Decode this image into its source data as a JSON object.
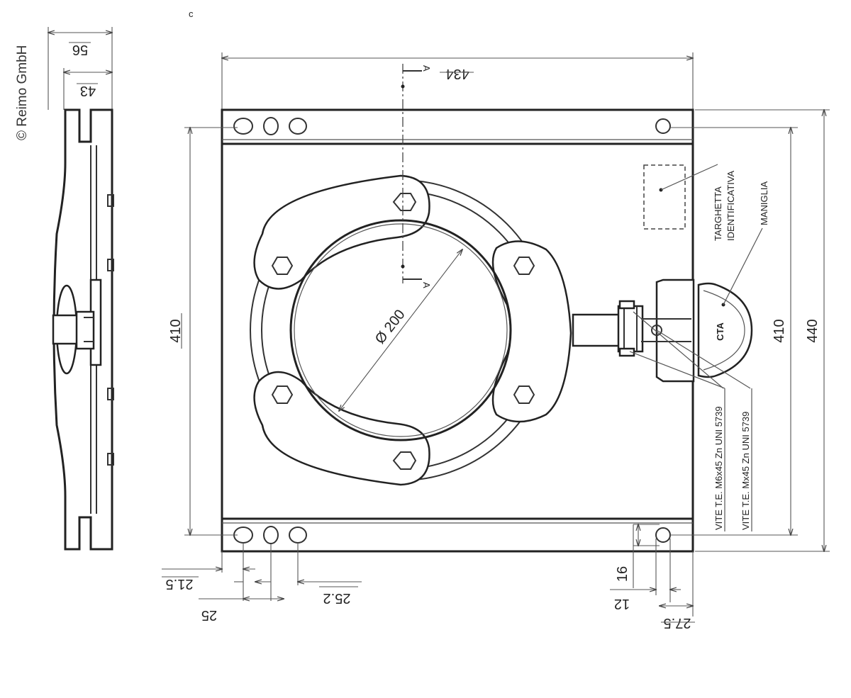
{
  "copyright": "© Reimo GmbH",
  "corner_mark": "c",
  "dimensions": {
    "side_width_outer": "56",
    "side_width_inner": "43",
    "overall_width": "434",
    "height_left": "410",
    "height_right_inner": "410",
    "height_right_outer": "440",
    "diameter": "Ø 200",
    "bottom_21_5": "21.5",
    "bottom_25": "25",
    "bottom_25_2": "25.2",
    "bottom_16": "16",
    "bottom_12": "12",
    "bottom_27_5": "27.5"
  },
  "section_marker": "A",
  "labels": {
    "nameplate_line1": "TARGHETTA",
    "nameplate_line2": "IDENTIFICATIVA",
    "handle": "MANIGLIA",
    "screw1": "VITE T.E. M6x45 Zn UNI 5739",
    "screw2": "VITE T.E. Mx45 Zn UNI 5739",
    "handle_logo": "CTA"
  }
}
